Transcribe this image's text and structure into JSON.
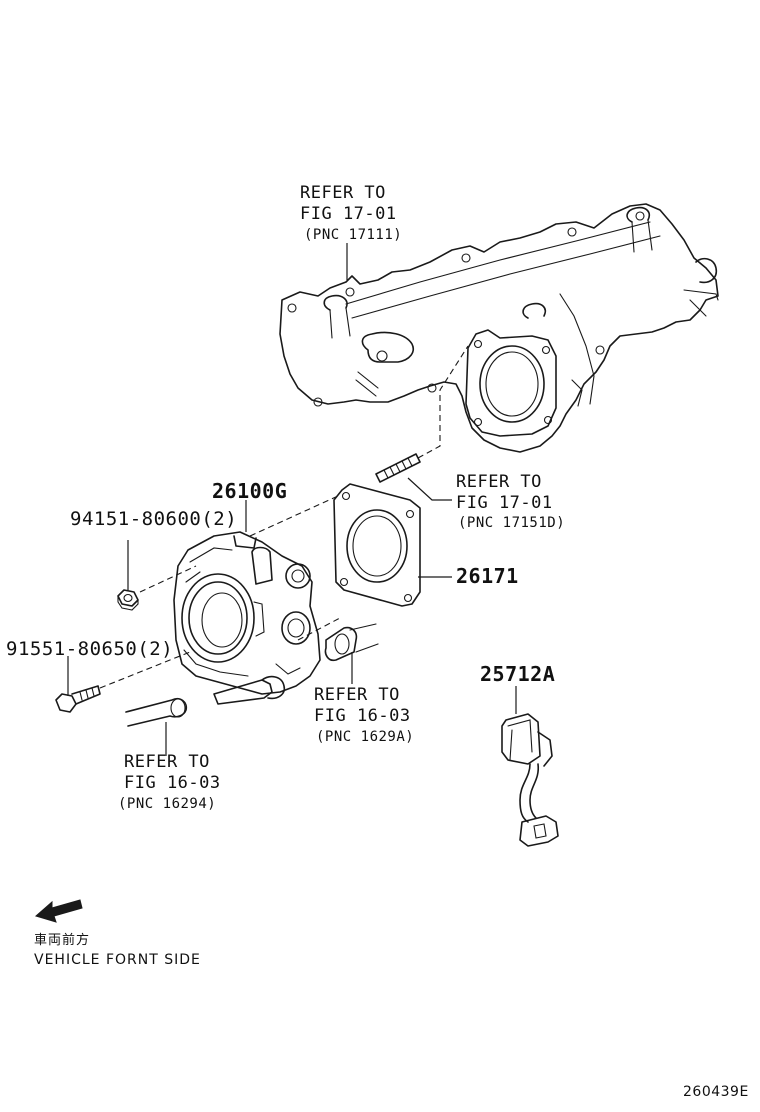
{
  "callouts": {
    "intake_manifold": {
      "line1": "REFER TO",
      "line2": "FIG 17-01",
      "pnc": "(PNC 17111)"
    },
    "stud": {
      "line1": "REFER TO",
      "line2": "FIG 17-01",
      "pnc": "(PNC 17151D)"
    },
    "hose_right": {
      "line1": "REFER TO",
      "line2": "FIG 16-03",
      "pnc": "(PNC 1629A)"
    },
    "hose_left": {
      "line1": "REFER TO",
      "line2": "FIG 16-03",
      "pnc": "(PNC 16294)"
    }
  },
  "parts": {
    "throttle_body": "26100G",
    "nut": "94151-80600(2)",
    "bolt": "91551-80650(2)",
    "gasket": "26171",
    "sensor": "25712A"
  },
  "direction": {
    "japanese": "車両前方",
    "english": "VEHICLE FORNT SIDE"
  },
  "illustration_code": "260439E"
}
